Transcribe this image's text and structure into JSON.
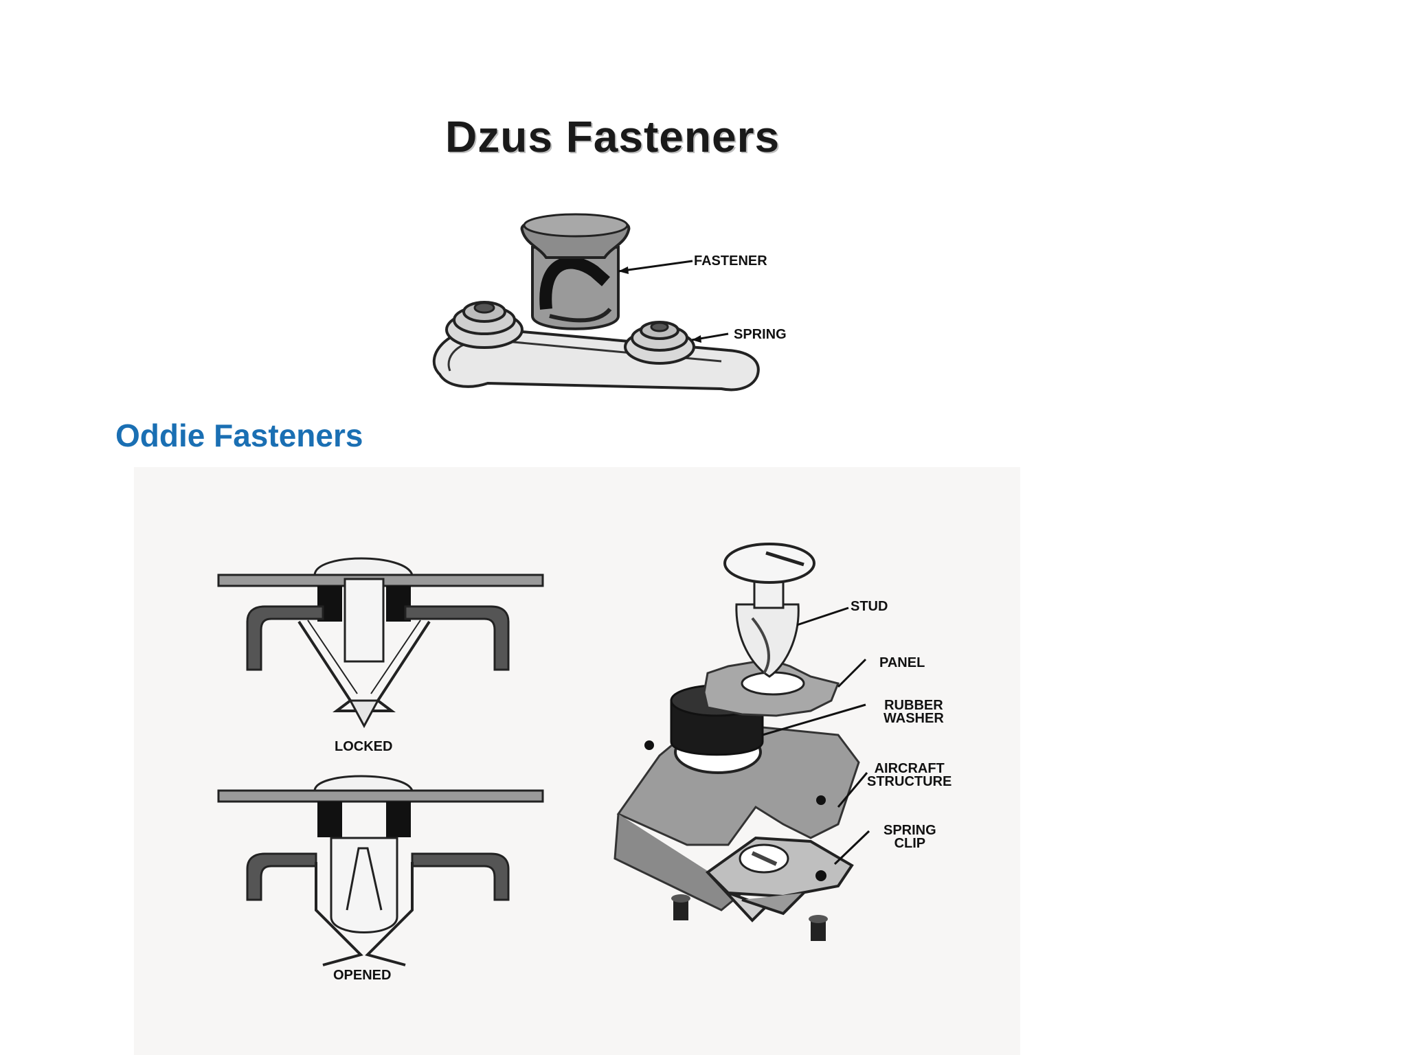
{
  "slide": {
    "dzus": {
      "title": "Dzus Fasteners",
      "labels": {
        "fastener": "FASTENER",
        "spring": "SPRING"
      }
    },
    "oddie": {
      "title": "Oddie Fasteners",
      "labels": {
        "locked": "LOCKED",
        "opened": "OPENED",
        "stud": "STUD",
        "panel": "PANEL",
        "rubber_washer_1": "RUBBER",
        "rubber_washer_2": "WASHER",
        "aircraft_structure_1": "AIRCRAFT",
        "aircraft_structure_2": "STRUCTURE",
        "spring_clip_1": "SPRING",
        "spring_clip_2": "CLIP"
      }
    }
  }
}
